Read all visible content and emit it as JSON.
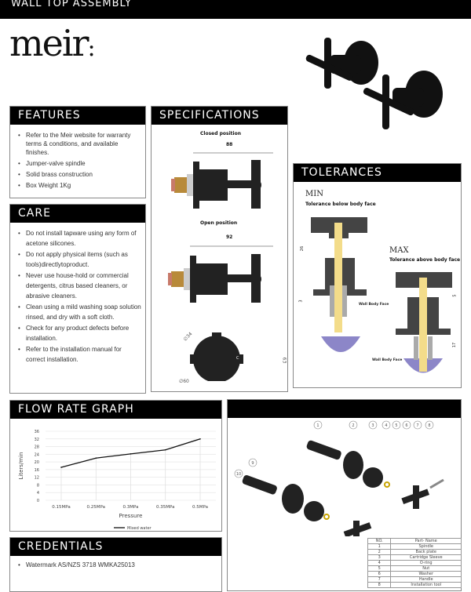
{
  "header": {
    "title": "WALL TOP ASSEMBLY"
  },
  "brand": {
    "logo": "meir."
  },
  "features": {
    "title": "FEATURES",
    "items": [
      "Refer to the Meir website for warranty terms & conditions, and available finishes.",
      "Jumper-valve spindle",
      "Solid brass construction",
      "Box Weight 1Kg"
    ]
  },
  "care": {
    "title": "CARE",
    "items": [
      "Do not install tapware using any form of acetone silicones.",
      "Do not apply physical items (such as tools)directlytoproduct.",
      "Never use house-hold or commercial detergents, citrus based cleaners, or abrasive cleaners.",
      "Clean using a mild washing soap solution rinsed, and dry with a soft cloth.",
      "Check for any product defects before installation.",
      "Refer to the installation manual for correct installation."
    ]
  },
  "specifications": {
    "title": "SPECIFICATIONS",
    "closed_label": "Closed position",
    "closed_dim": "88",
    "open_label": "Open position",
    "open_dim": "92",
    "dia_small": "∅34",
    "dia_large": "∅60",
    "height_dim": "63",
    "c_mark": "C"
  },
  "tolerances": {
    "title": "TOLERANCES",
    "min": "MIN",
    "min_sub": "Tolerance below body face",
    "min_dim1": "26",
    "min_dim2": "3",
    "max": "MAX",
    "max_sub": "Tolerance above body face",
    "max_dim1": "5",
    "max_dim2": "17",
    "wall_face": "Wall Body Face"
  },
  "flow": {
    "title": "FLOW RATE GRAPH"
  },
  "chart_data": {
    "type": "line",
    "title": "",
    "xlabel": "Pressure",
    "ylabel": "Liters/min",
    "categories": [
      "0.15MPa",
      "0.25MPa",
      "0.3MPa",
      "0.35MPa",
      "0.5MPa"
    ],
    "series": [
      {
        "name": "Mixed water",
        "values": [
          17.2,
          22,
          24.2,
          26.3,
          32
        ]
      }
    ],
    "ylim": [
      0,
      36
    ],
    "yticks": [
      0,
      4,
      8,
      12,
      16,
      20,
      24,
      28,
      32,
      36
    ],
    "grid": true,
    "legend": "bottom"
  },
  "credentials": {
    "title": "CREDENTIALS",
    "items": [
      "Watermark AS/NZS 3718 WMKA25013"
    ]
  },
  "parts": {
    "callouts": [
      "1",
      "2",
      "3",
      "4",
      "5",
      "6",
      "7",
      "8",
      "9",
      "10"
    ],
    "headers": [
      "NO.",
      "Part- Name"
    ],
    "rows": [
      [
        "1",
        "Spindle"
      ],
      [
        "2",
        "Back plate"
      ],
      [
        "3",
        "Cartridge Sleeve"
      ],
      [
        "4",
        "O-ring"
      ],
      [
        "5",
        "Nut"
      ],
      [
        "6",
        "Washer"
      ],
      [
        "7",
        "Handle"
      ],
      [
        "8",
        "Installation tool"
      ]
    ]
  },
  "colors": {
    "header": "#000000",
    "brass": "#f3dc8a",
    "water": "#8c86c8"
  }
}
